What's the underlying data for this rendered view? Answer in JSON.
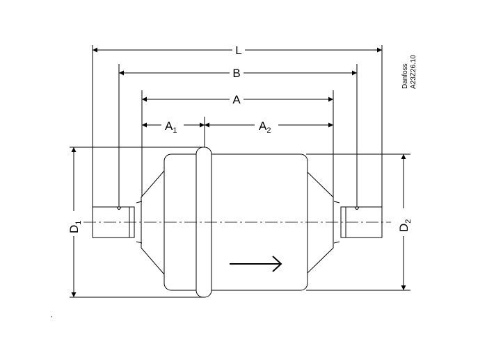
{
  "diagram": {
    "dimensions": {
      "L": "L",
      "B": "B",
      "A": "A",
      "A1_main": "A",
      "A1_sub": "1",
      "A2_main": "A",
      "A2_sub": "2",
      "D1_main": "D",
      "D1_sub": "1",
      "D2_main": "D",
      "D2_sub": "2"
    },
    "watermark": {
      "line1": "Danfoss",
      "line2": "A23Z26.10"
    }
  }
}
